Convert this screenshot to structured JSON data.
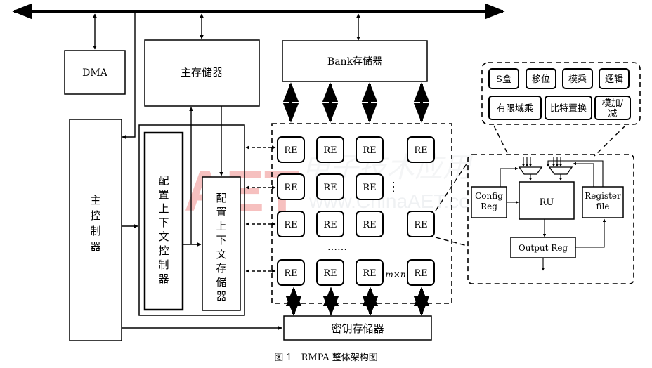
{
  "blocks": {
    "dma": "DMA",
    "main_memory": "主存储器",
    "bank_memory": "Bank存储器",
    "main_controller": "主控制器",
    "config_controller": "配置上下文控制器",
    "config_memory": "配置上下文存储器",
    "key_memory": "密钥存储器"
  },
  "array": {
    "re_label": "RE",
    "dots_h": "……",
    "dots_v": "⋮",
    "size_label": "m×n"
  },
  "function_units": [
    "S盒",
    "移位",
    "模乘",
    "逻辑",
    "有限域乘",
    "比特置换",
    "模加/减"
  ],
  "detail": {
    "config_reg": "Config Reg",
    "ru": "RU",
    "register_file": "Register file",
    "output_reg": "Output Reg"
  },
  "caption": "图 1　RMPA 整体架构图",
  "watermark": {
    "logo": "AET",
    "url": "www.ChinaAET.com",
    "chinese": "电子技术应用"
  }
}
